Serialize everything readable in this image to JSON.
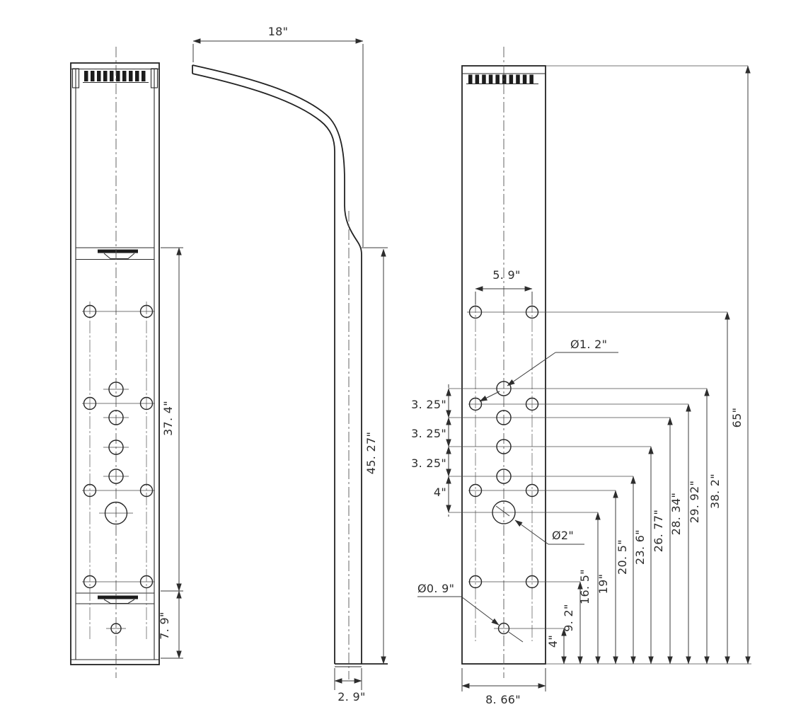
{
  "views": {
    "front": {
      "body_height": "37. 4\"",
      "base_height": "7. 9\""
    },
    "side": {
      "top_depth": "18\"",
      "body_height": "45. 27\"",
      "thickness": "2. 9\""
    },
    "back": {
      "top_hole_spacing": "5. 9\"",
      "bottom_width": "8. 66\"",
      "jet_hole_diameter": "Ø1. 2\"",
      "shower_hole_diameter": "Ø2\"",
      "bottom_hole_diameter": "Ø0. 9\"",
      "spacing_stack": [
        "3. 25\"",
        "3. 25\"",
        "3. 25\"",
        "4\""
      ],
      "height_stack": [
        "4\"",
        "9. 2\"",
        "16. 5\"",
        "19\"",
        "20. 5\"",
        "23. 6\"",
        "26. 77\"",
        "28. 34\"",
        "29. 92\"",
        "38. 2\"",
        "65\""
      ]
    }
  }
}
